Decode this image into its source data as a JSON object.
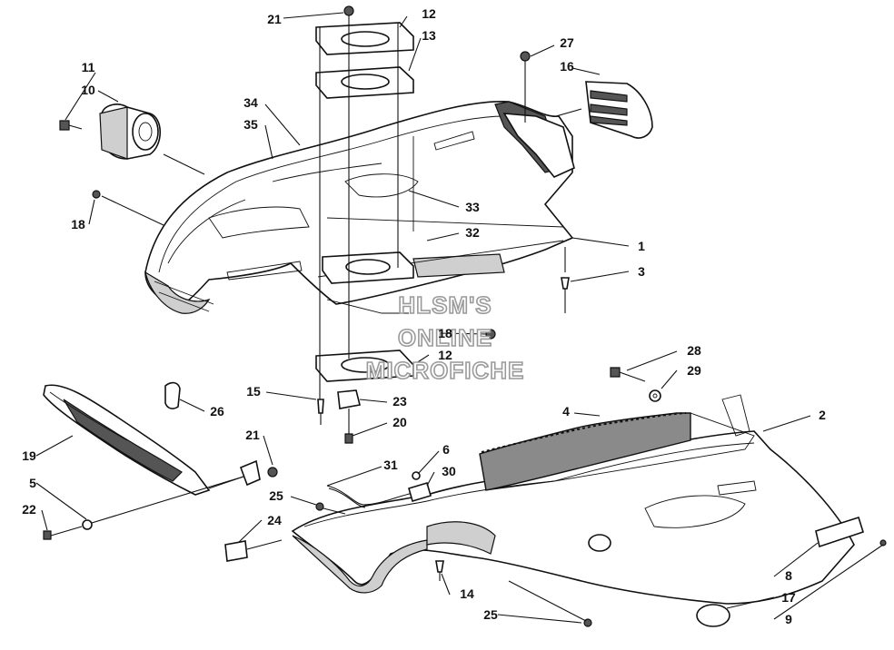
{
  "watermark": {
    "line1": "HLSM'S",
    "line2": "ONLINE",
    "line3": "MICROFICHE"
  },
  "callouts": {
    "c21a": "21",
    "c12a": "12",
    "c13": "13",
    "c27": "27",
    "c16": "16",
    "c11": "11",
    "c10": "10",
    "c34": "34",
    "c35": "35",
    "c18a": "18",
    "c33": "33",
    "c32": "32",
    "c1": "1",
    "c3": "3",
    "c18b": "18",
    "c12b": "12",
    "c28": "28",
    "c29": "29",
    "c15": "15",
    "c26": "26",
    "c23": "23",
    "c20": "20",
    "c4": "4",
    "c2": "2",
    "c19": "19",
    "c21b": "21",
    "c6": "6",
    "c31": "31",
    "c30": "30",
    "c5": "5",
    "c25a": "25",
    "c22": "22",
    "c24": "24",
    "c8": "8",
    "c14": "14",
    "c17": "17",
    "c9": "9",
    "c25b": "25"
  }
}
